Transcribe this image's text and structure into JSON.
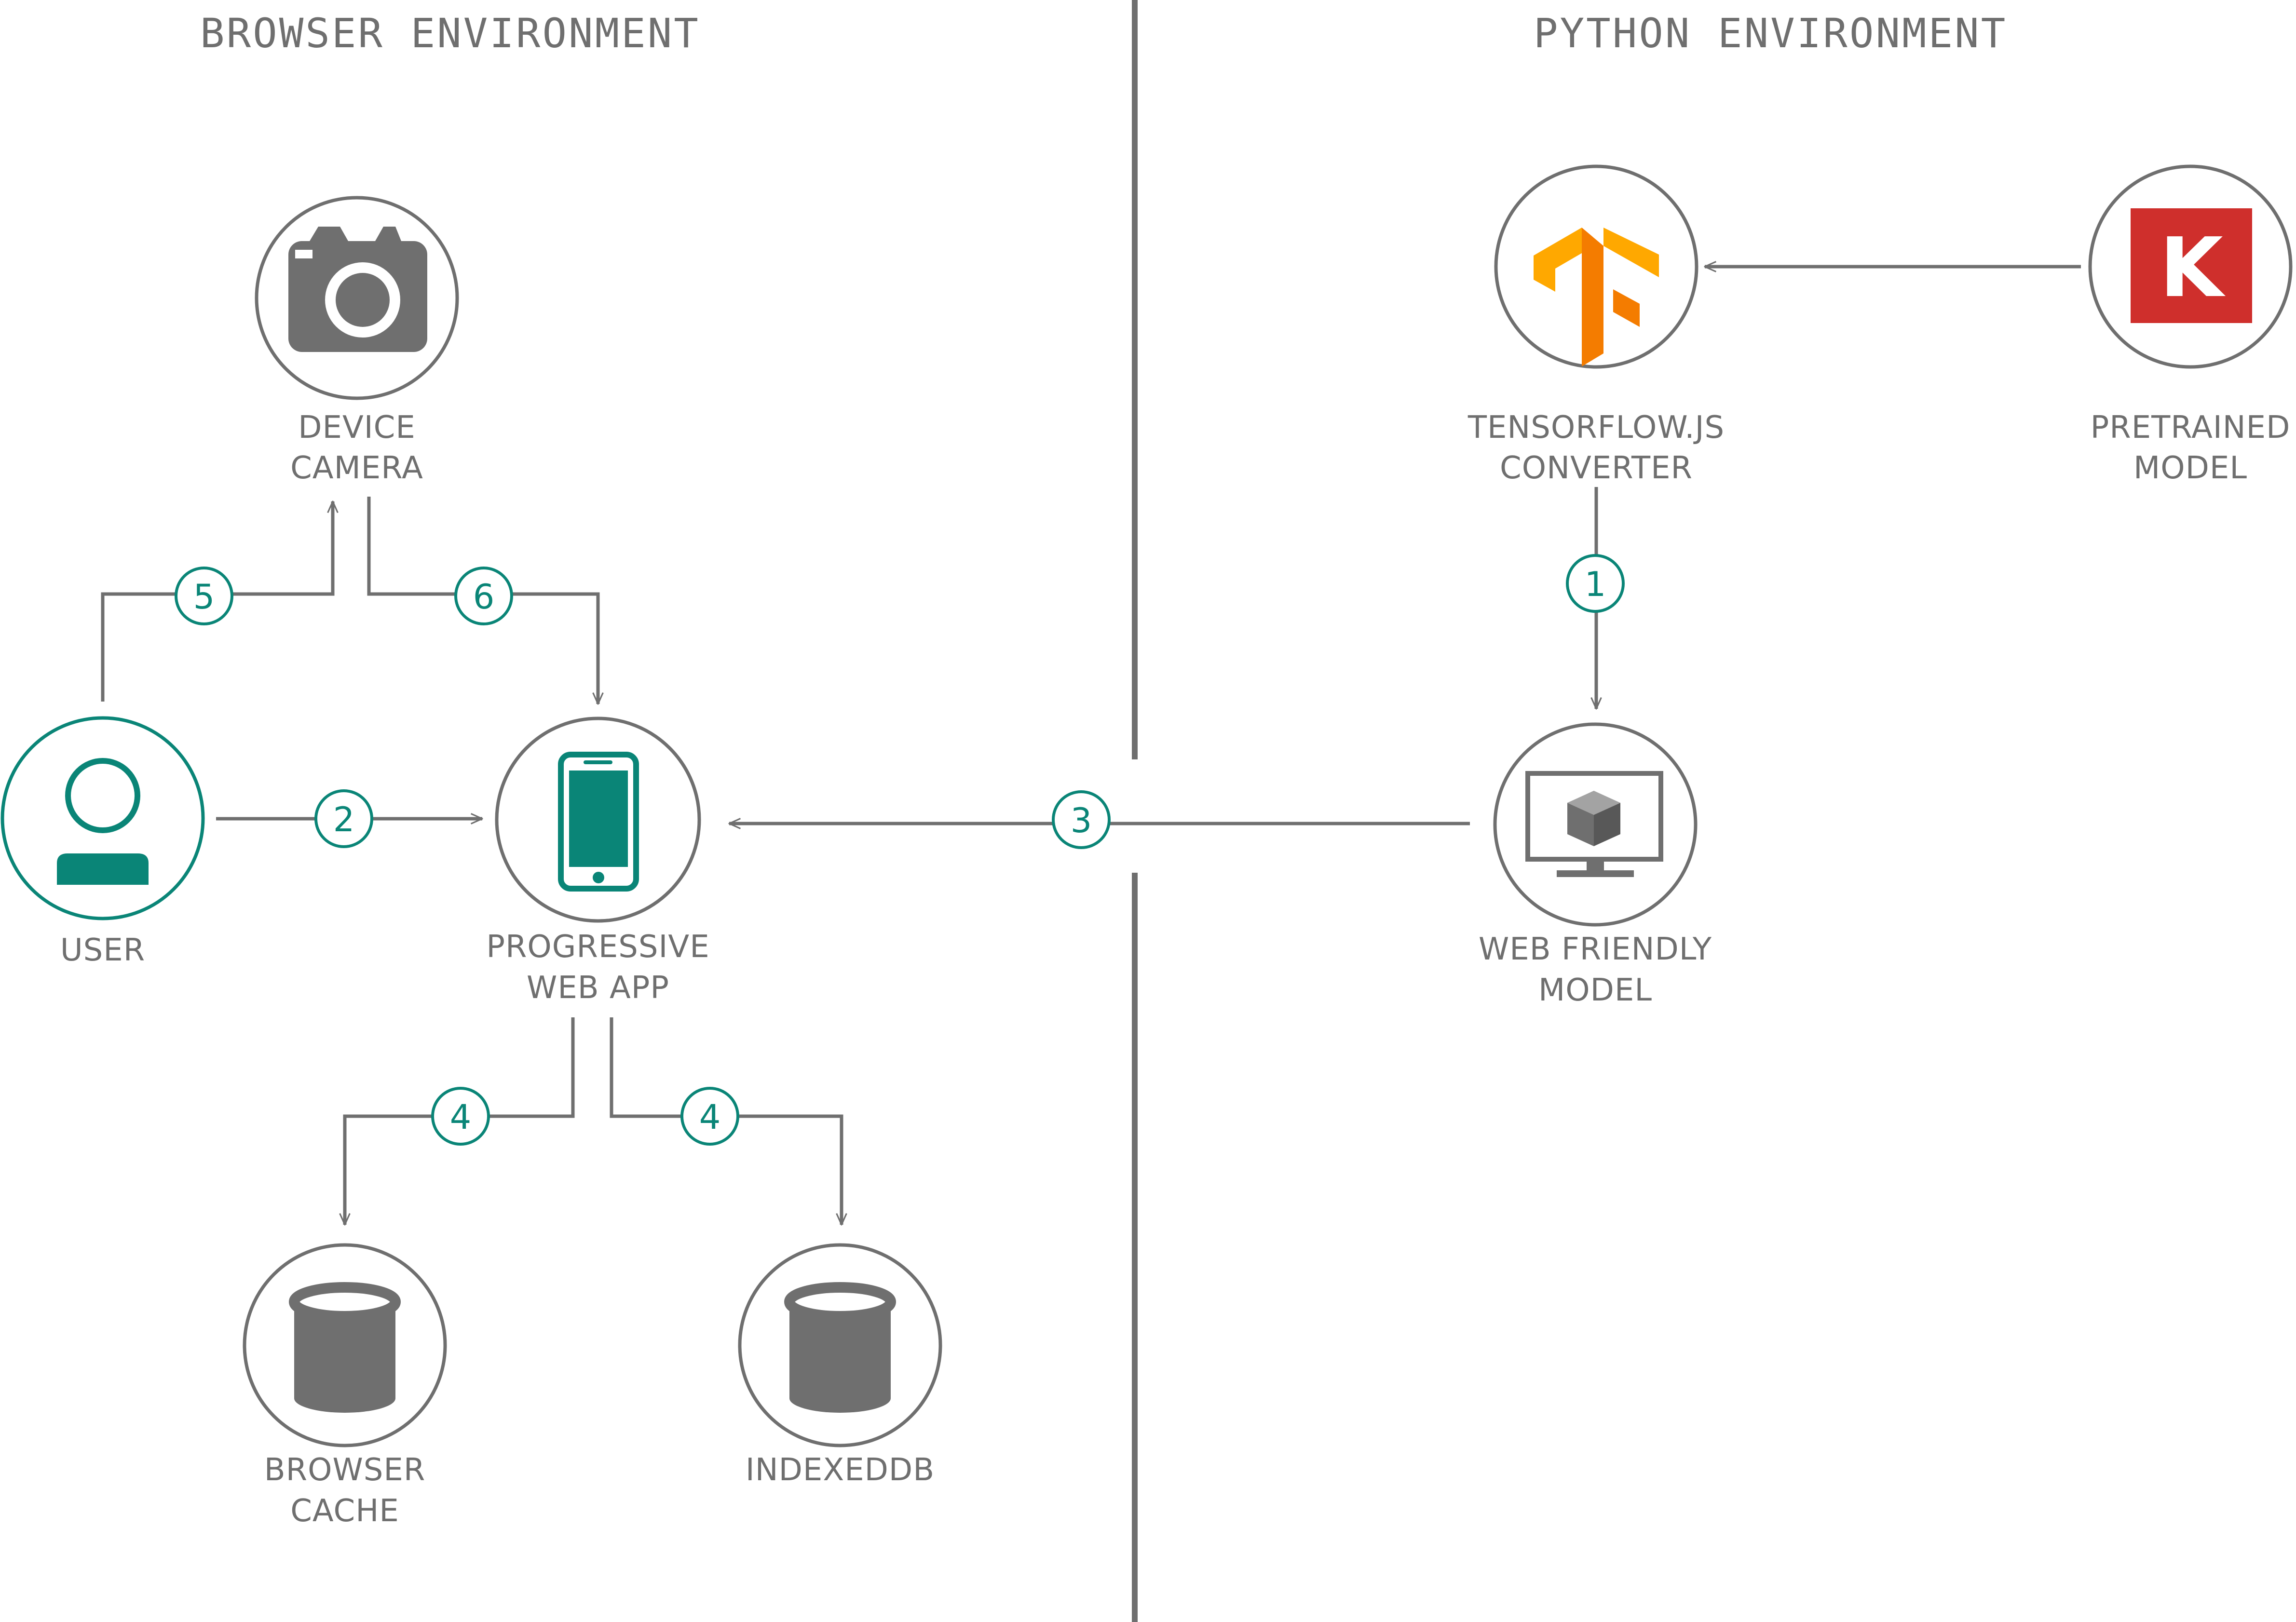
{
  "sections": {
    "browser_title": "BROWSER ENVIRONMENT",
    "python_title": "PYTHON ENVIRONMENT"
  },
  "nodes": {
    "device_camera": {
      "line1": "DEVICE",
      "line2": "CAMERA",
      "icon": "camera-icon"
    },
    "user": {
      "line1": "USER",
      "icon": "user-icon"
    },
    "pwa": {
      "line1": "PROGRESSIVE",
      "line2": "WEB APP",
      "icon": "smartphone-icon"
    },
    "browser_cache": {
      "line1": "BROWSER",
      "line2": "CACHE",
      "icon": "database-icon"
    },
    "indexeddb": {
      "line1": "INDEXEDDB",
      "icon": "database-icon"
    },
    "tfjs_converter": {
      "line1": "TENSORFLOW.JS",
      "line2": "CONVERTER",
      "icon": "tensorflow-logo-icon"
    },
    "pretrained_model": {
      "line1": "PRETRAINED",
      "line2": "MODEL",
      "icon": "keras-logo-icon",
      "logo_letter": "K"
    },
    "web_friendly_model": {
      "line1": "WEB FRIENDLY",
      "line2": "MODEL",
      "icon": "monitor-cube-icon"
    }
  },
  "steps": {
    "s1": "1",
    "s2": "2",
    "s3": "3",
    "s4a": "4",
    "s4b": "4",
    "s5": "5",
    "s6": "6"
  },
  "colors": {
    "gray": "#6f6f6f",
    "teal": "#0a8577",
    "tf_orange_light": "#ffa800",
    "tf_orange_dark": "#f47c00",
    "keras_red": "#cf2f2c"
  }
}
